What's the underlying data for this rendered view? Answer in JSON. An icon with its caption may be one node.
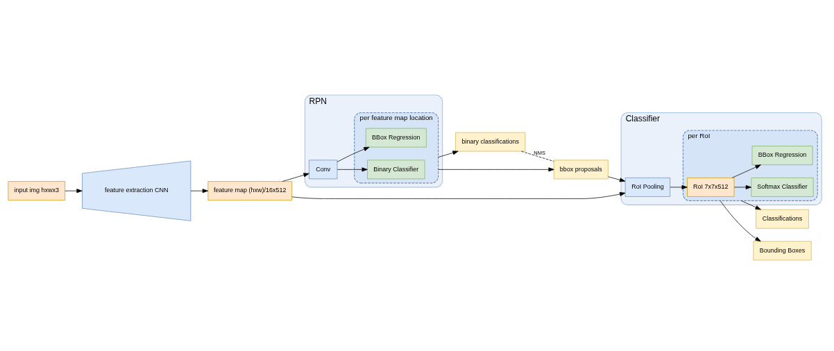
{
  "diagram": {
    "nodes": [
      {
        "text": [
          "input img hxwx3"
        ]
      },
      {
        "text": [
          "feature extraction CNN"
        ]
      },
      {
        "text": [
          "feature map (hxw)/16x512"
        ]
      },
      {
        "text": [
          "RPN"
        ]
      },
      {
        "text": [
          "Conv"
        ],
        "in": 3
      },
      {
        "text": [
          "per feature map location"
        ],
        "in": 3
      },
      {
        "text": [
          "Binary Classifier"
        ],
        "in": 5
      },
      {
        "text": [
          "BBox Regression"
        ],
        "in": 5
      },
      {
        "text": [
          "binary classifications"
        ]
      },
      {
        "text": [
          "bbox proposals"
        ]
      },
      {
        "text": [
          "Classifier"
        ]
      },
      {
        "text": [
          "RoI Pooling"
        ],
        "in": 10
      },
      {
        "text": [
          "per RoI"
        ],
        "in": 10
      },
      {
        "text": [
          "RoI 7x7x512"
        ],
        "in": 12
      },
      {
        "text": [
          "Softmax Classifier"
        ],
        "in": 12
      },
      {
        "text": [
          "BBox Regression"
        ],
        "in": 12
      },
      {
        "text": [
          "Classifications"
        ]
      },
      {
        "text": [
          "Bounding Boxes"
        ]
      }
    ],
    "edges": [
      {
        "from": 0,
        "to": 1,
        "arrow": "to"
      },
      {
        "from": 1,
        "to": 2,
        "arrow": "to"
      },
      {
        "from": 2,
        "to": 4,
        "arrow": "to"
      },
      {
        "from": 4,
        "to": 6,
        "arrow": "to"
      },
      {
        "from": 4,
        "to": 7,
        "arrow": "to"
      },
      {
        "from": 5,
        "to": 8,
        "arrow": "to"
      },
      {
        "from": 5,
        "to": 9,
        "arrow": "to"
      },
      {
        "from": 8,
        "to": 9,
        "arrow": "none",
        "label": "NMS",
        "style": "dashed"
      },
      {
        "from": 9,
        "to": 11,
        "arrow": "to"
      },
      {
        "from": 2,
        "to": 11,
        "arrow": "to"
      },
      {
        "from": 11,
        "to": 13,
        "arrow": "to"
      },
      {
        "from": 13,
        "to": 14,
        "arrow": "to"
      },
      {
        "from": 13,
        "to": 15,
        "arrow": "to"
      },
      {
        "from": 12,
        "to": 16,
        "arrow": "to"
      },
      {
        "from": 12,
        "to": 17,
        "arrow": "to"
      }
    ]
  }
}
